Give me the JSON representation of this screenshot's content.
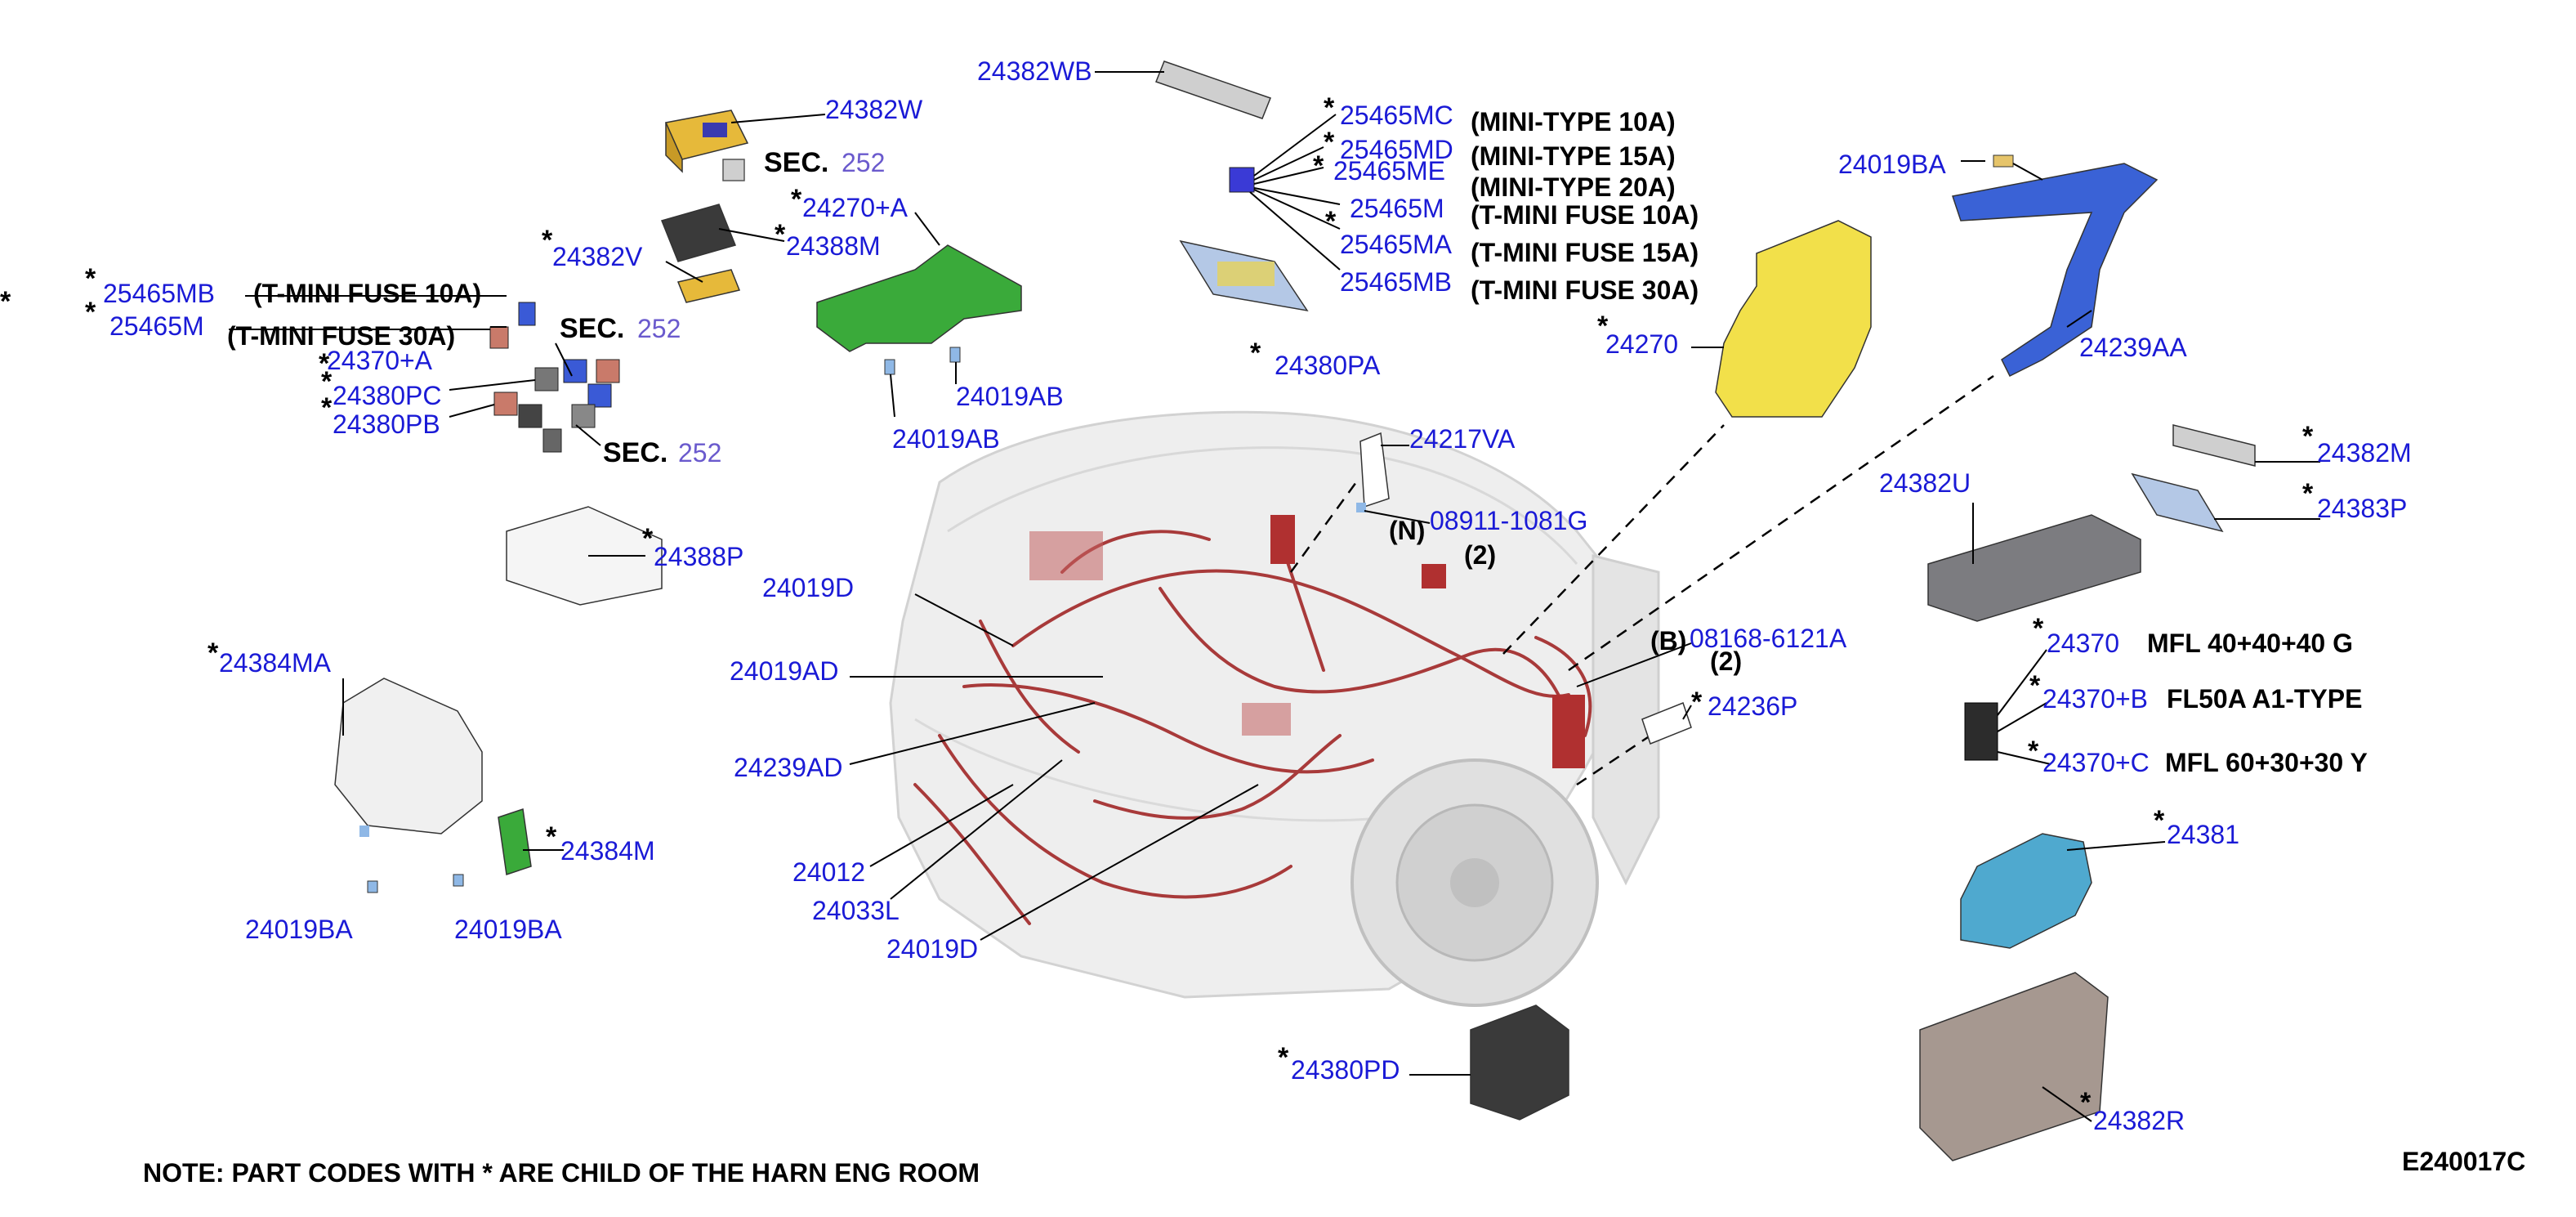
{
  "diagram": {
    "note": "NOTE: PART CODES WITH * ARE CHILD OF THE HARN ENG ROOM",
    "diagram_code": "E240017C",
    "stray_star": "*",
    "sec_prefix": "SEC.",
    "sec_number": "252"
  },
  "parts": {
    "p24382W": "24382W",
    "p24382WB": "24382WB",
    "p24270A": "24270+A",
    "p24388M": "24388M",
    "p24382V": "24382V",
    "p25465MB_left": "25465MB",
    "p25465M_left": "25465M",
    "p24370A": "24370+A",
    "p24380PC": "24380PC",
    "p24380PB": "24380PB",
    "p24019AB_1": "24019AB",
    "p24019AB_2": "24019AB",
    "p25465MC": "25465MC",
    "p25465MD": "25465MD",
    "p25465ME": "25465ME",
    "p25465M": "25465M",
    "p25465MA": "25465MA",
    "p25465MB": "25465MB",
    "p24380PA": "24380PA",
    "p24019BA_top": "24019BA",
    "p24270": "24270",
    "p24239AA": "24239AA",
    "p24217VA": "24217VA",
    "p08911": "08911-1081G",
    "p24388P": "24388P",
    "p24019D_top": "24019D",
    "p24019AD": "24019AD",
    "p24239AD": "24239AD",
    "p24012": "24012",
    "p24033L": "24033L",
    "p24019D_bottom": "24019D",
    "p24384MA": "24384MA",
    "p24384M": "24384M",
    "p24019BA_1": "24019BA",
    "p24019BA_2": "24019BA",
    "p08168": "08168-6121A",
    "p24236P": "24236P",
    "p24380PD": "24380PD",
    "p24382U": "24382U",
    "p24382M": "24382M",
    "p24383P": "24383P",
    "p24370": "24370",
    "p24370B": "24370+B",
    "p24370C": "24370+C",
    "p24381": "24381",
    "p24382R": "24382R"
  },
  "labels": {
    "t_mini_10a_left": "(T-MINI FUSE 10A)",
    "t_mini_30a_left": "(T-MINI FUSE 30A)",
    "mini_10a": "(MINI-TYPE 10A)",
    "mini_15a": "(MINI-TYPE 15A)",
    "mini_20a": "(MINI-TYPE 20A)",
    "t_mini_10a": "(T-MINI FUSE 10A)",
    "t_mini_15a": "(T-MINI FUSE 15A)",
    "t_mini_30a": "(T-MINI FUSE 30A)",
    "n_marker": "(N)",
    "qty_2_n": "(2)",
    "b_marker": "(B)",
    "qty_2_b": "(2)",
    "mfl_40": "MFL 40+40+40 G",
    "fl50a": "FL50A A1-TYPE",
    "mfl_60": "MFL 60+30+30 Y"
  },
  "colors": {
    "part_number_blue": "#1a1ad6",
    "sec_number_purple": "#6a5acd",
    "harness_red": "#a83a3a",
    "relay_box_yellow": "#f2e04a",
    "bracket_blue": "#3a62d6",
    "bracket_green": "#3aaa3a",
    "module_cyan": "#4fa9cf",
    "box_grey": "#7c7c80",
    "box_taupe": "#a69890"
  }
}
